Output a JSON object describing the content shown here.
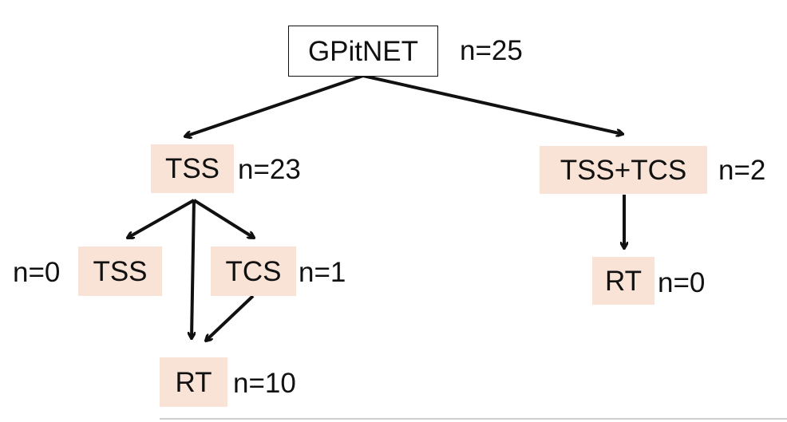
{
  "colors": {
    "node_fill": "#f9e3d6",
    "root_fill": "#ffffff",
    "text": "#111111",
    "arrow": "#111111"
  },
  "nodes": {
    "root": {
      "label": "GPitNET",
      "count": "n=25"
    },
    "tss": {
      "label": "TSS",
      "count": "n=23"
    },
    "tss_tcs": {
      "label": "TSS+TCS",
      "count": "n=2"
    },
    "tss_tss": {
      "label": "TSS",
      "count": "n=0"
    },
    "tss_tcs_child": {
      "label": "TCS",
      "count": "n=1"
    },
    "tss_rt": {
      "label": "RT",
      "count": "n=10"
    },
    "tss_tcs_rt": {
      "label": "RT",
      "count": "n=0"
    }
  },
  "edges": [
    {
      "from": "root",
      "to": "tss"
    },
    {
      "from": "root",
      "to": "tss_tcs"
    },
    {
      "from": "tss",
      "to": "tss_tss"
    },
    {
      "from": "tss",
      "to": "tss_tcs_child"
    },
    {
      "from": "tss",
      "to": "tss_rt"
    },
    {
      "from": "tss_tcs_child",
      "to": "tss_rt"
    },
    {
      "from": "tss_tcs",
      "to": "tss_tcs_rt"
    }
  ]
}
